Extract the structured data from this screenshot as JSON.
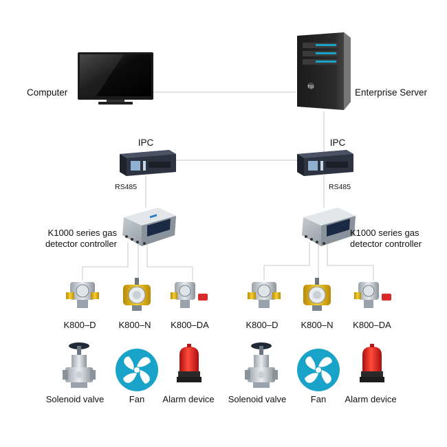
{
  "labels": {
    "computer": "Computer",
    "server": "Enterprise Server",
    "ipc_left": "IPC",
    "ipc_right": "IPC",
    "rs485_left": "RS485",
    "rs485_right": "RS485",
    "controller_left_line1": "K1000 series gas",
    "controller_left_line2": "detector controller",
    "controller_right_line1": "K1000 series gas",
    "controller_right_line2": "detector controller"
  },
  "detectors_left": [
    "K800–D",
    "K800–N",
    "K800–DA"
  ],
  "detectors_right": [
    "K800–D",
    "K800–N",
    "K800–DA"
  ],
  "devices_left": [
    "Solenoid valve",
    "Fan",
    "Alarm device"
  ],
  "devices_right": [
    "Solenoid valve",
    "Fan",
    "Alarm device"
  ],
  "icons": {
    "monitor": "monitor-icon",
    "server": "server-tower-icon",
    "ipc": "ipc-rack-unit-icon",
    "controller": "gas-detector-controller-icon",
    "detector_d": "gas-detector-d-icon",
    "detector_n": "gas-detector-n-icon",
    "detector_da": "gas-detector-da-icon",
    "valve": "solenoid-valve-icon",
    "fan": "fan-icon",
    "alarm": "alarm-beacon-icon"
  },
  "colors": {
    "connector_line": "#c8c8c8",
    "fan_blue": "#1aa3c8",
    "alarm_red": "#e02424",
    "detector_yellow": "#e8b80f",
    "device_dark": "#2d3a4a"
  }
}
